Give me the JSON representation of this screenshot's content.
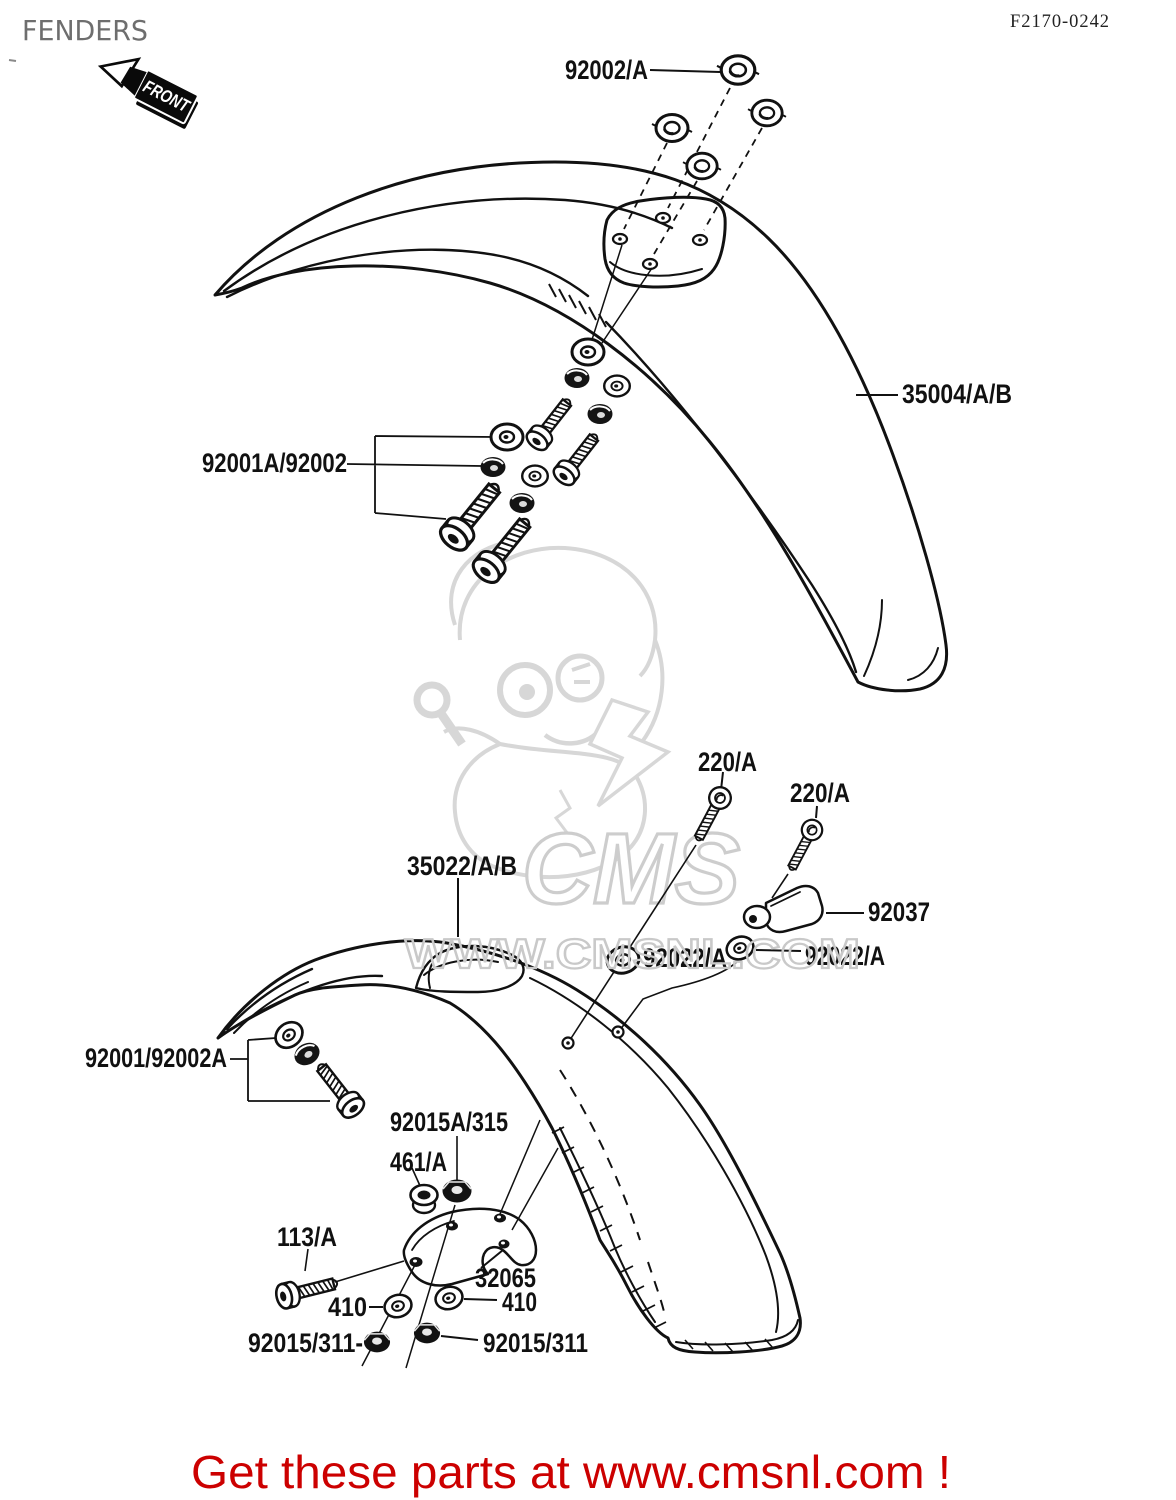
{
  "title": "FENDERS",
  "doc_code": "F2170-0242",
  "front_arrow": {
    "label": "FRONT"
  },
  "watermark": {
    "brand": "CMS",
    "url": "WWW.CMSNL.COM",
    "color": "#c9c9c9"
  },
  "footer": {
    "text": "Get these parts at www.cmsnl.com !",
    "color": "#cc0000"
  },
  "diagram": {
    "labels": [
      {
        "label": "92002/A"
      },
      {
        "label": "35004/A/B"
      },
      {
        "label": "92001A/92002"
      },
      {
        "label": "220/A"
      },
      {
        "label": "220/A"
      },
      {
        "label": "92037"
      },
      {
        "label": "92022/A"
      },
      {
        "label": "92022/A"
      },
      {
        "label": "35022/A/B"
      },
      {
        "label": "92001/92002A"
      },
      {
        "label": "92015A/315"
      },
      {
        "label": "461/A"
      },
      {
        "label": "113/A"
      },
      {
        "label": "32065"
      },
      {
        "label": "410"
      },
      {
        "label": "410"
      },
      {
        "label": "92015/311-"
      },
      {
        "label": "92015/311"
      }
    ]
  }
}
